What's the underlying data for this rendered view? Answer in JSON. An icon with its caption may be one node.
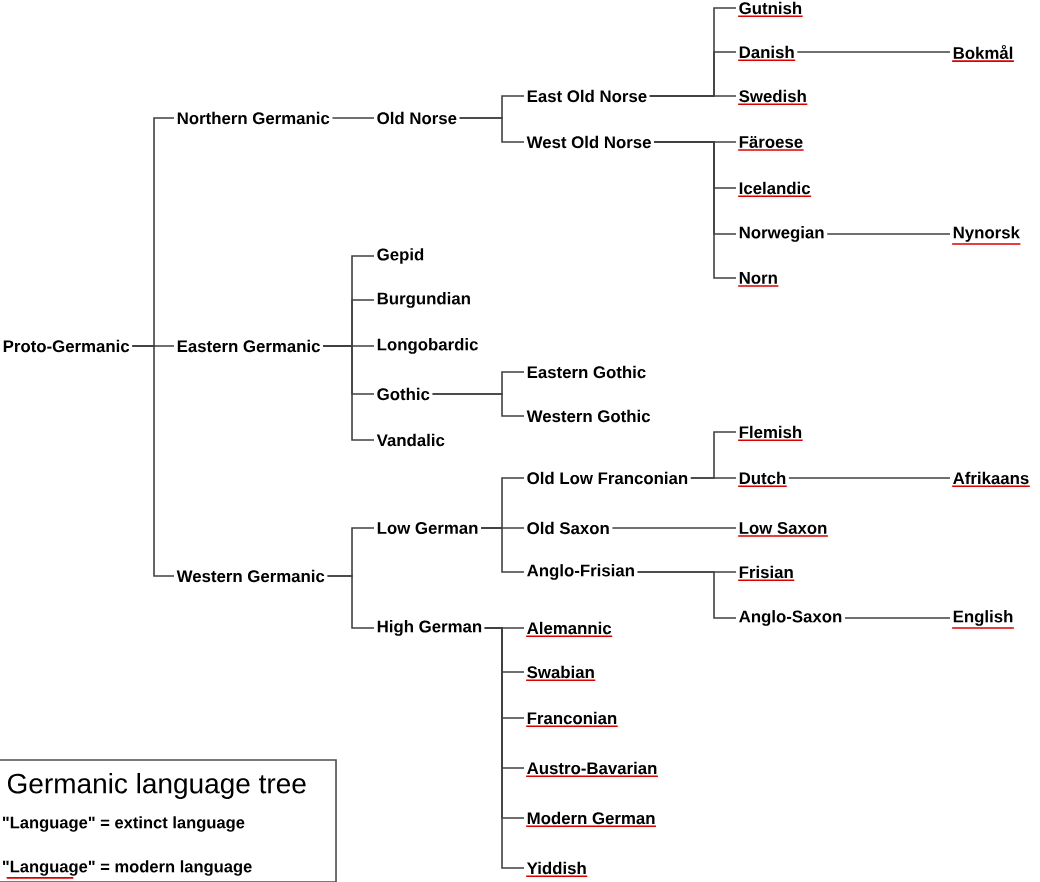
{
  "diagram": {
    "title": "Germanic language tree",
    "nodes": [
      {
        "text": [
          "Proto-Germanic"
        ]
      },
      {
        "text": [
          "Northern Germanic"
        ]
      },
      {
        "text": [
          "Old Norse"
        ]
      },
      {
        "text": [
          "East Old Norse"
        ]
      },
      {
        "text": [
          "West Old Norse"
        ]
      },
      {
        "text": [
          "Gutnish"
        ]
      },
      {
        "text": [
          "Danish"
        ]
      },
      {
        "text": [
          "Swedish"
        ]
      },
      {
        "text": [
          "Bokmål"
        ]
      },
      {
        "text": [
          "Färoese"
        ]
      },
      {
        "text": [
          "Icelandic"
        ]
      },
      {
        "text": [
          "Norwegian"
        ]
      },
      {
        "text": [
          "Nynorsk"
        ]
      },
      {
        "text": [
          "Norn"
        ]
      },
      {
        "text": [
          "Eastern Germanic"
        ]
      },
      {
        "text": [
          "Gepid"
        ]
      },
      {
        "text": [
          "Burgundian"
        ]
      },
      {
        "text": [
          "Longobardic"
        ]
      },
      {
        "text": [
          "Gothic"
        ]
      },
      {
        "text": [
          "Eastern Gothic"
        ]
      },
      {
        "text": [
          "Western Gothic"
        ]
      },
      {
        "text": [
          "Vandalic"
        ]
      },
      {
        "text": [
          "Western Germanic"
        ]
      },
      {
        "text": [
          "Low German"
        ]
      },
      {
        "text": [
          "Old Low Franconian"
        ]
      },
      {
        "text": [
          "Flemish"
        ]
      },
      {
        "text": [
          "Dutch"
        ]
      },
      {
        "text": [
          "Afrikaans"
        ]
      },
      {
        "text": [
          "Old Saxon"
        ]
      },
      {
        "text": [
          "Low Saxon"
        ]
      },
      {
        "text": [
          "Anglo-Frisian"
        ]
      },
      {
        "text": [
          "Frisian"
        ]
      },
      {
        "text": [
          "Anglo-Saxon"
        ]
      },
      {
        "text": [
          "English"
        ]
      },
      {
        "text": [
          "High German"
        ]
      },
      {
        "text": [
          "Alemannic"
        ]
      },
      {
        "text": [
          "Swabian"
        ]
      },
      {
        "text": [
          "Franconian"
        ]
      },
      {
        "text": [
          "Austro-Bavarian"
        ]
      },
      {
        "text": [
          "Modern German"
        ]
      },
      {
        "text": [
          "Yiddish"
        ]
      }
    ],
    "edges": [
      {
        "from": 0,
        "to": 1,
        "arrow": "none"
      },
      {
        "from": 0,
        "to": 14,
        "arrow": "none"
      },
      {
        "from": 0,
        "to": 22,
        "arrow": "none"
      },
      {
        "from": 1,
        "to": 2,
        "arrow": "none"
      },
      {
        "from": 2,
        "to": 3,
        "arrow": "none"
      },
      {
        "from": 2,
        "to": 4,
        "arrow": "none"
      },
      {
        "from": 3,
        "to": 5,
        "arrow": "none"
      },
      {
        "from": 3,
        "to": 6,
        "arrow": "none"
      },
      {
        "from": 3,
        "to": 7,
        "arrow": "none"
      },
      {
        "from": 6,
        "to": 8,
        "arrow": "none"
      },
      {
        "from": 4,
        "to": 9,
        "arrow": "none"
      },
      {
        "from": 4,
        "to": 10,
        "arrow": "none"
      },
      {
        "from": 4,
        "to": 11,
        "arrow": "none"
      },
      {
        "from": 4,
        "to": 13,
        "arrow": "none"
      },
      {
        "from": 11,
        "to": 12,
        "arrow": "none"
      },
      {
        "from": 14,
        "to": 15,
        "arrow": "none"
      },
      {
        "from": 14,
        "to": 16,
        "arrow": "none"
      },
      {
        "from": 14,
        "to": 17,
        "arrow": "none"
      },
      {
        "from": 14,
        "to": 18,
        "arrow": "none"
      },
      {
        "from": 14,
        "to": 21,
        "arrow": "none"
      },
      {
        "from": 18,
        "to": 19,
        "arrow": "none"
      },
      {
        "from": 18,
        "to": 20,
        "arrow": "none"
      },
      {
        "from": 22,
        "to": 23,
        "arrow": "none"
      },
      {
        "from": 22,
        "to": 34,
        "arrow": "none"
      },
      {
        "from": 23,
        "to": 24,
        "arrow": "none"
      },
      {
        "from": 23,
        "to": 28,
        "arrow": "none"
      },
      {
        "from": 23,
        "to": 30,
        "arrow": "none"
      },
      {
        "from": 24,
        "to": 25,
        "arrow": "none"
      },
      {
        "from": 24,
        "to": 26,
        "arrow": "none"
      },
      {
        "from": 26,
        "to": 27,
        "arrow": "none"
      },
      {
        "from": 28,
        "to": 29,
        "arrow": "none"
      },
      {
        "from": 30,
        "to": 31,
        "arrow": "none"
      },
      {
        "from": 30,
        "to": 32,
        "arrow": "none"
      },
      {
        "from": 32,
        "to": 33,
        "arrow": "none"
      },
      {
        "from": 34,
        "to": 35,
        "arrow": "none"
      },
      {
        "from": 34,
        "to": 36,
        "arrow": "none"
      },
      {
        "from": 34,
        "to": 37,
        "arrow": "none"
      },
      {
        "from": 34,
        "to": 38,
        "arrow": "none"
      },
      {
        "from": 34,
        "to": 39,
        "arrow": "none"
      },
      {
        "from": 34,
        "to": 40,
        "arrow": "none"
      }
    ],
    "legend": [
      {
        "text": "\"Language\" = extinct language"
      },
      {
        "text": "\"Language\" = modern language"
      }
    ]
  }
}
